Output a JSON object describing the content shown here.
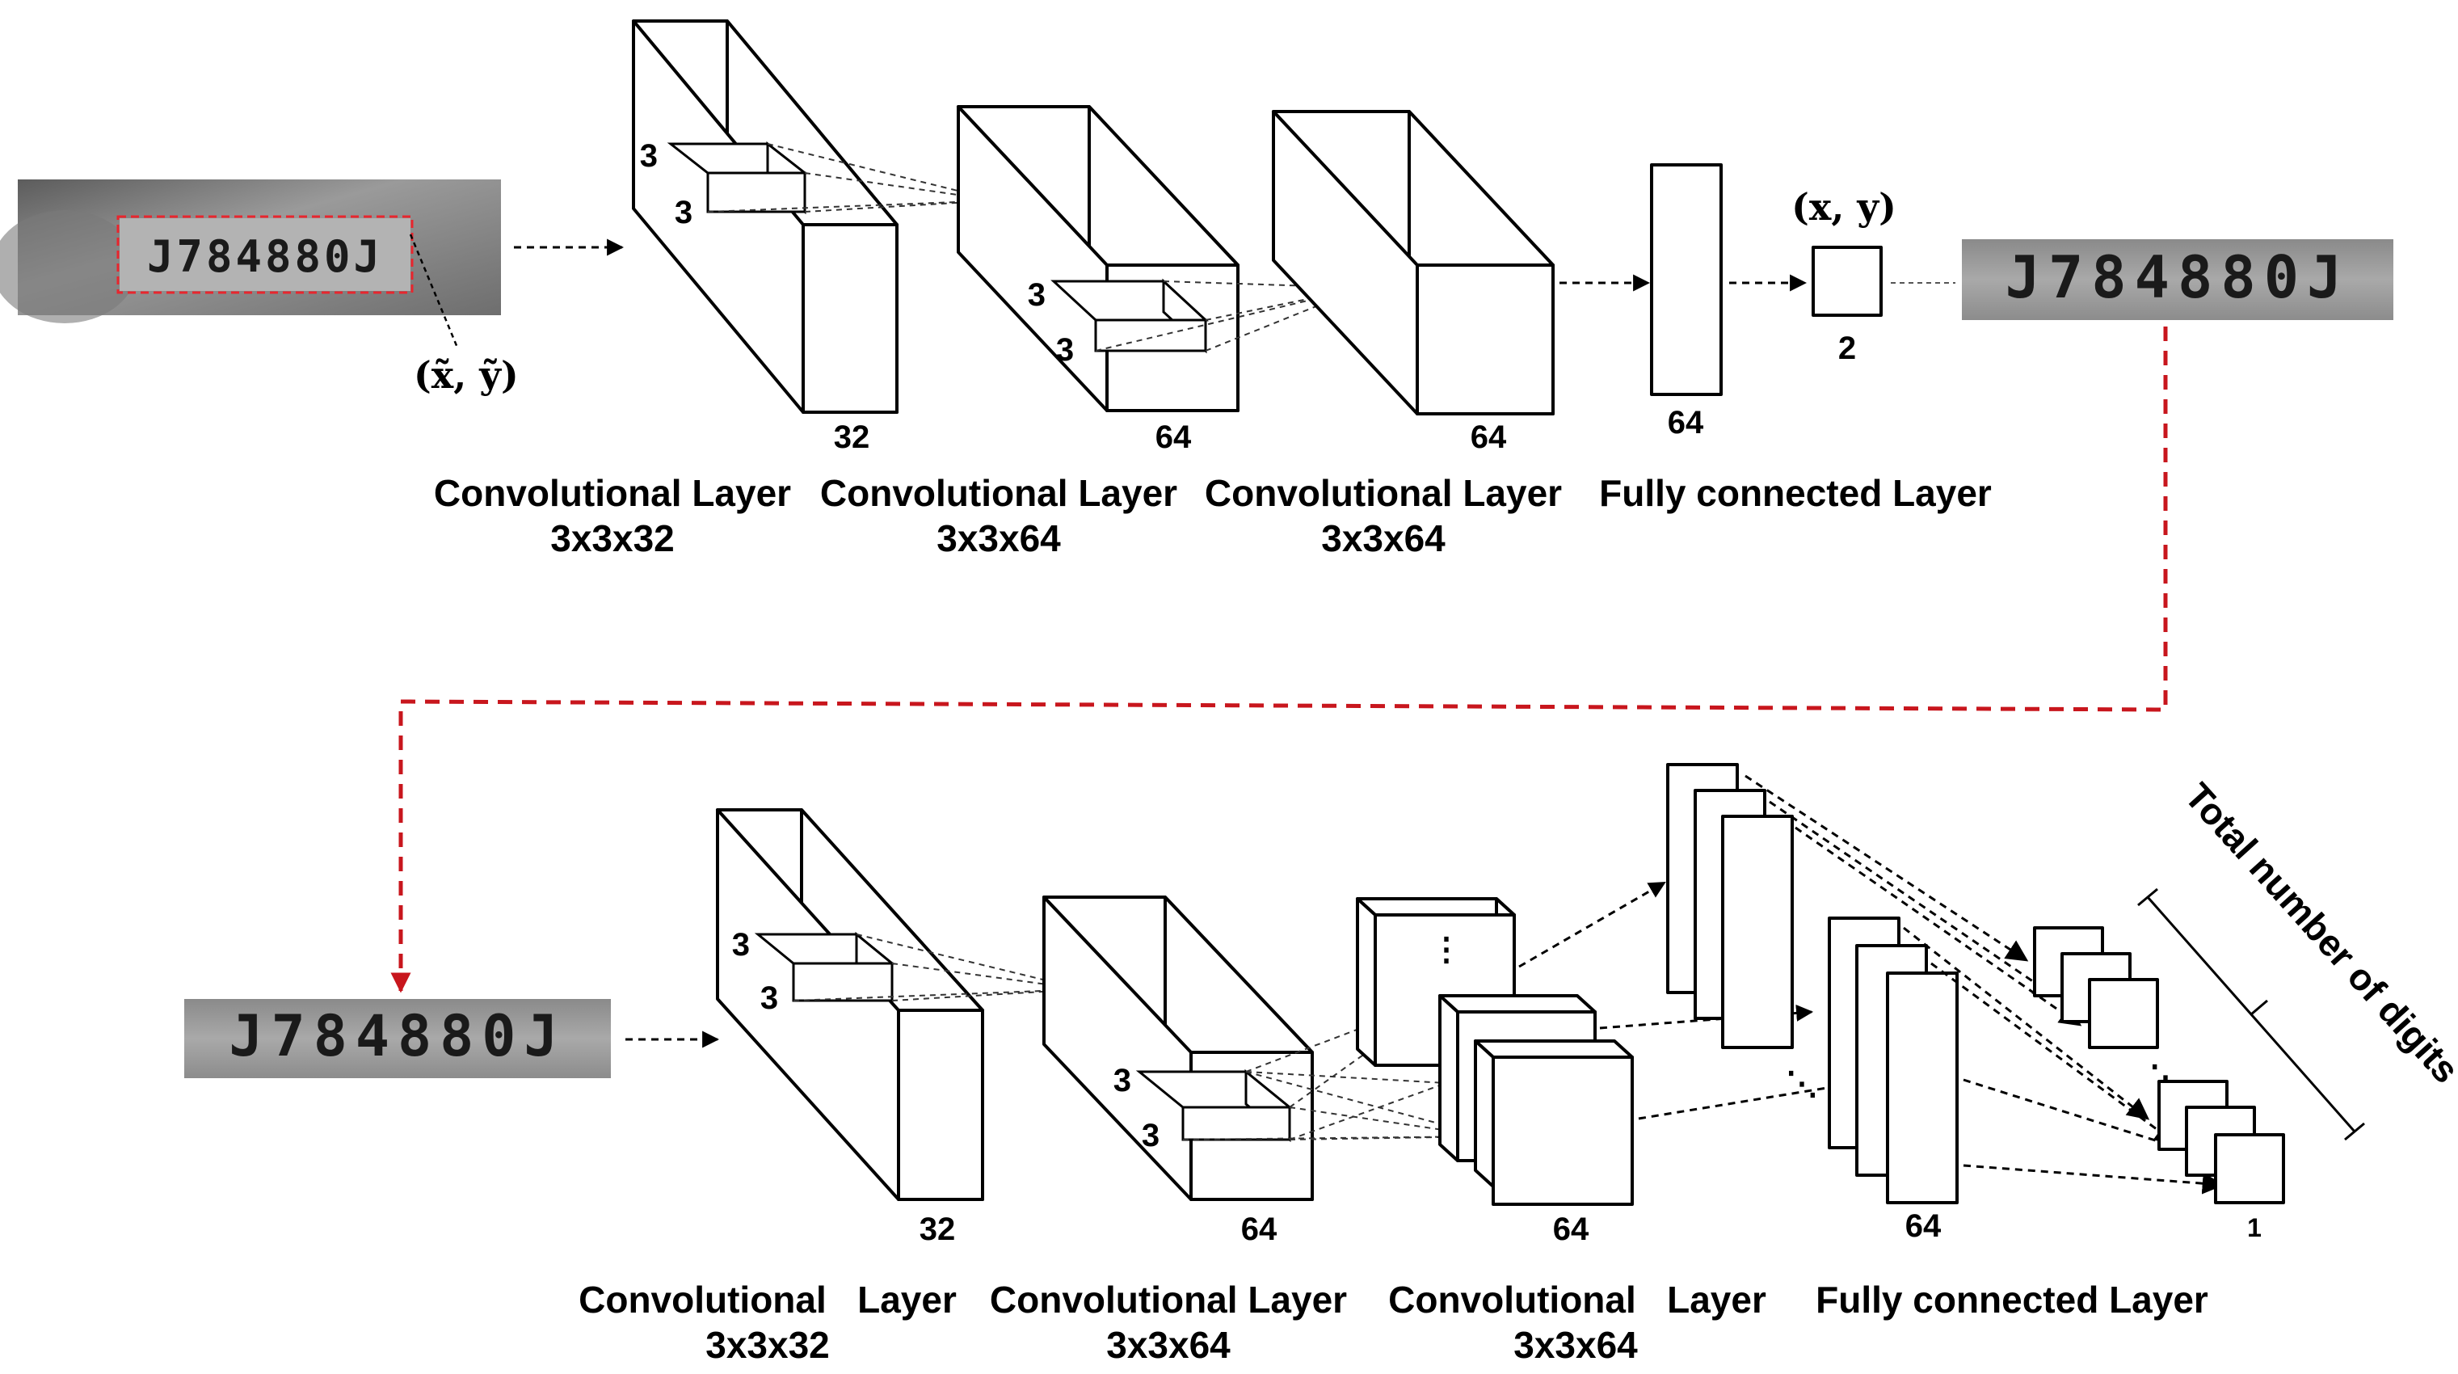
{
  "top": {
    "input_plate_text": "J784880J",
    "input_coord_label": "(x̃, ỹ)",
    "kernel_3a": "3",
    "kernel_3b": "3",
    "kernel_3c": "3",
    "kernel_3d": "3",
    "depth_1": "32",
    "depth_2": "64",
    "depth_3": "64",
    "fc_units": "64",
    "output_units": "2",
    "output_coord_label": "(x, y)",
    "output_plate_text": "J784880J",
    "layer_1_name": "Convolutional Layer",
    "layer_1_size": "3x3x32",
    "layer_2_name": "Convolutional Layer",
    "layer_2_size": "3x3x64",
    "layer_3_name": "Convolutional Layer",
    "layer_3_size": "3x3x64",
    "layer_4_name": "Fully connected Layer"
  },
  "bottom": {
    "input_plate_text": "J784880J",
    "kernel_3a": "3",
    "kernel_3b": "3",
    "kernel_3c": "3",
    "kernel_3d": "3",
    "depth_1": "32",
    "depth_2": "64",
    "depth_3": "64",
    "fc_units": "64",
    "output_units": "1",
    "digits_label": "Total number of digits",
    "layer_1_name": "Convolutional   Layer",
    "layer_1_size": "3x3x32",
    "layer_2_name": "Convolutional Layer",
    "layer_2_size": "3x3x64",
    "layer_3_name": "Convolutional   Layer",
    "layer_3_size": "3x3x64",
    "layer_4_name": "Fully connected Layer"
  },
  "colors": {
    "connector_red": "#c8161d",
    "outline": "#000000"
  }
}
